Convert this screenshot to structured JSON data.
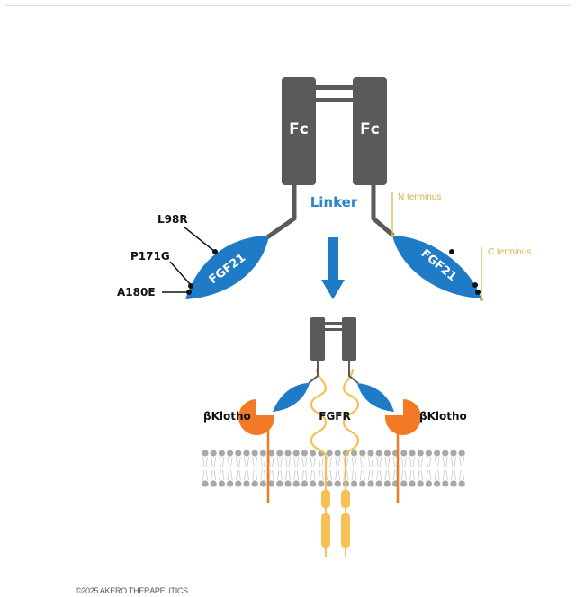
{
  "diagram": {
    "fc_label": "Fc",
    "linker_label": "Linker",
    "fgf21_label": "FGF21",
    "mutations": [
      "L98R",
      "P171G",
      "A180E"
    ],
    "n_terminus_label": "N terminus",
    "c_terminus_label": "C terminus",
    "fgfr_label": "FGFR",
    "bklotho_label": "βKlotho",
    "colors": {
      "fc_gray": "#5a5a5a",
      "fgf21_blue": "#1f7bc6",
      "terminus_gold": "#d9b24a",
      "bklotho_orange": "#f07a26",
      "fgfr_yellow": "#f6c055",
      "membrane_gray": "#a8a8a8"
    }
  },
  "footer": {
    "copyright": "©2025 AKERO THERAPEUTICS."
  }
}
